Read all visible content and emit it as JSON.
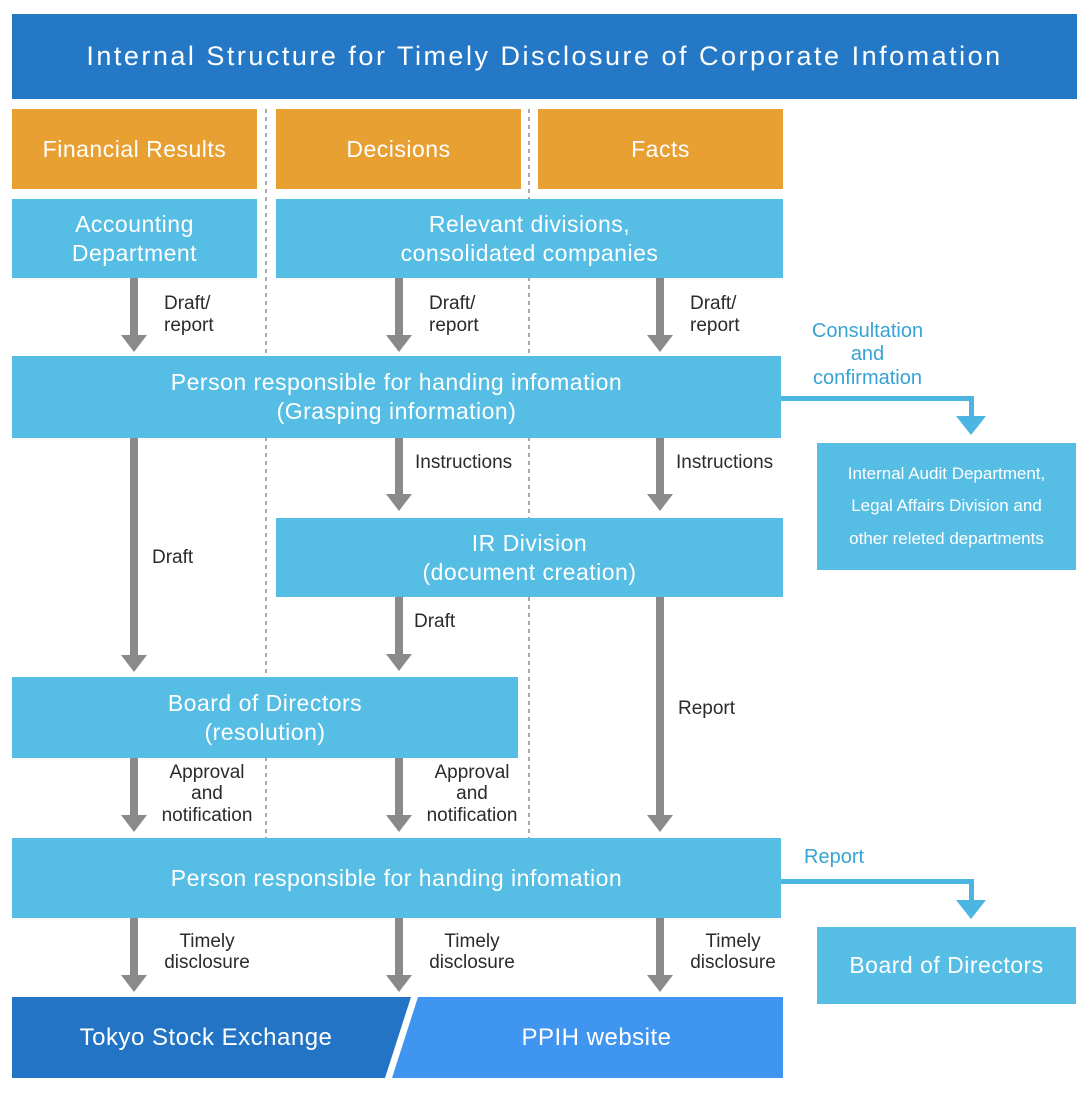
{
  "header": {
    "title": "Internal Structure for Timely Disclosure of Corporate Infomation"
  },
  "flow": {
    "sources": [
      "Financial Results",
      "Decisions",
      "Facts"
    ],
    "boxes": {
      "accounting": "Accounting\nDepartment",
      "relevant_divisions": "Relevant divisions,\nconsolidated companies",
      "person_grasping": "Person responsible for handing infomation\n(Grasping information)",
      "ir_division": "IR Division\n(document creation)",
      "board_resolution": "Board of Directors\n(resolution)",
      "person_handling": "Person responsible for handing infomation",
      "internal_audit": "Internal Audit Department,\nLegal Affairs Division and\nother releted departments",
      "board_of_directors": "Board of Directors",
      "tokyo_stock_exchange": "Tokyo Stock Exchange",
      "ppih_website": "PPIH website"
    },
    "arrow_labels": {
      "draft_report_1": "Draft/\nreport",
      "draft_report_2": "Draft/\nreport",
      "draft_report_3": "Draft/\nreport",
      "instructions_1": "Instructions",
      "instructions_2": "Instructions",
      "draft_left": "Draft",
      "draft_middle": "Draft",
      "report_middle": "Report",
      "approval_1": "Approval\nand\nnotification",
      "approval_2": "Approval\nand\nnotification",
      "timely_1": "Timely\ndisclosure",
      "timely_2": "Timely\ndisclosure",
      "timely_3": "Timely\ndisclosure",
      "consultation": "Consultation\nand\nconfirmation",
      "report_right": "Report"
    }
  },
  "colors": {
    "header_blue": "#2478C6",
    "orange": "#E9A033",
    "sky_blue": "#56BDE4",
    "dark_blue": "#2374C4",
    "bright_blue": "#4095F0",
    "arrow_gray": "#8A8A8A",
    "blue_label_text": "#36A3D4",
    "blue_arrow": "#4DB5E1"
  }
}
